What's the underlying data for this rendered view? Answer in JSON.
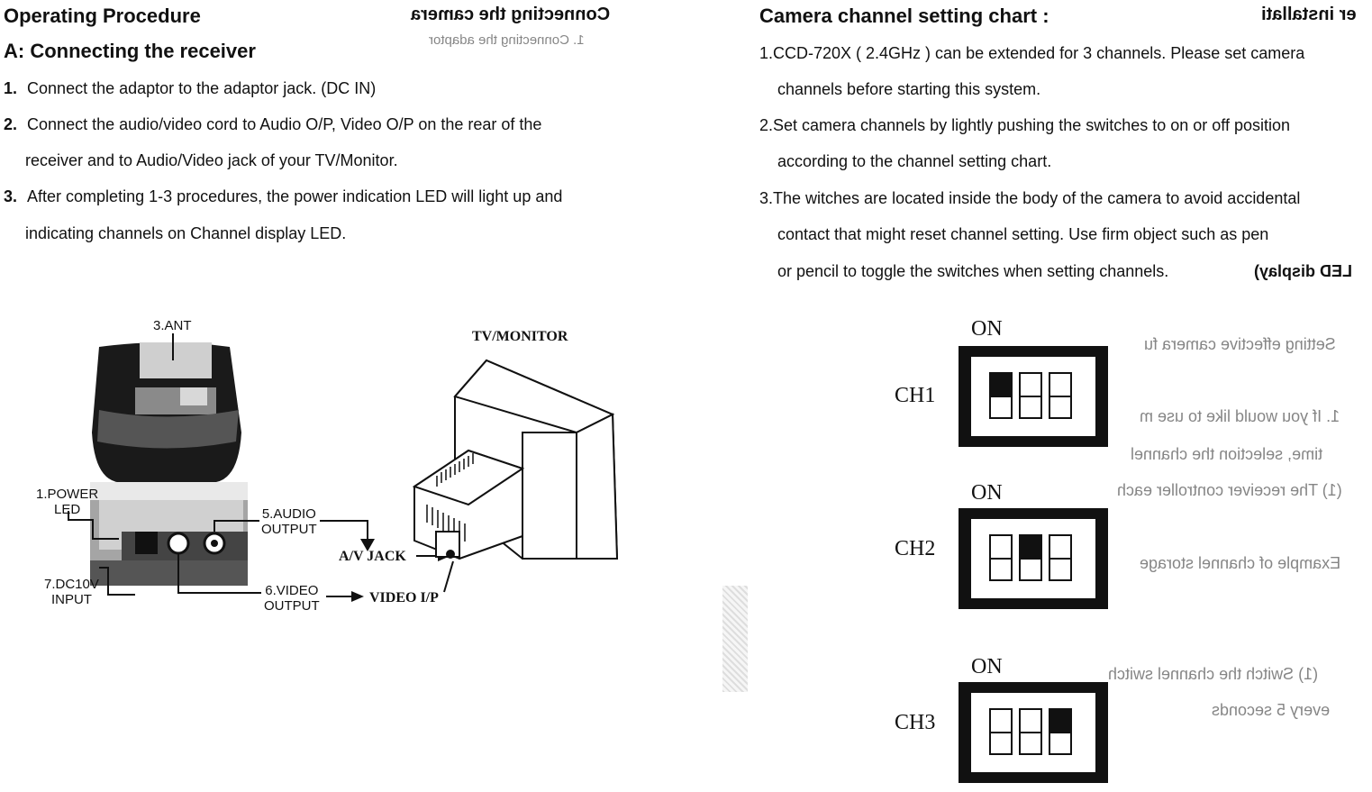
{
  "left": {
    "section_title": "Operating Procedure",
    "subtitle": "A: Connecting the receiver",
    "steps": [
      {
        "num": "1.",
        "lines": [
          "Connect the adaptor to the adaptor jack. (DC IN)"
        ]
      },
      {
        "num": "2.",
        "lines": [
          "Connect the audio/video cord to Audio O/P, Video O/P on the rear of the",
          "receiver and to Audio/Video jack of your TV/Monitor."
        ]
      },
      {
        "num": "3.",
        "lines": [
          "After completing 1-3 procedures, the power indication LED will light up and",
          "indicating channels on Channel display LED."
        ]
      }
    ],
    "ghost_heading": "Connecting the camera",
    "ghost_sub": "1. Connecting the adaptor"
  },
  "diagram": {
    "ant": "3.ANT",
    "tv_monitor": "TV/MONITOR",
    "power_led": [
      "1.POWER",
      "LED"
    ],
    "audio_output": [
      "5.AUDIO",
      "OUTPUT"
    ],
    "video_output": [
      "6.VIDEO",
      "OUTPUT"
    ],
    "dc_input": [
      "7.DC10V",
      "INPUT"
    ],
    "av_jack": "A/V JACK",
    "video_ip": "VIDEO I/P"
  },
  "right": {
    "title": "Camera channel setting chart :",
    "ghost_title": "er installati",
    "paragraphs": [
      [
        "1.CCD-720X ( 2.4GHz ) can be extended for 3 channels. Please set camera",
        "channels before starting this system."
      ],
      [
        "2.Set camera channels by lightly pushing the switches to on or off position",
        "according to the channel setting chart."
      ],
      [
        "3.The witches are located inside the body of the camera to avoid accidental",
        "contact that might reset channel setting. Use firm object such as pen",
        "or pencil to toggle the switches when setting channels."
      ]
    ],
    "ghost_led": "LED display)",
    "on_label": "ON",
    "channels": [
      {
        "label": "CH1",
        "switches": [
          "on",
          "off",
          "off"
        ]
      },
      {
        "label": "CH2",
        "switches": [
          "off",
          "on",
          "off"
        ]
      },
      {
        "label": "CH3",
        "switches": [
          "off",
          "off",
          "on"
        ]
      }
    ],
    "ghost_notes": [
      "Setting effective camera fu",
      "1. If you would like to use m",
      "time, selection the channel",
      "(1) The receiver controller each",
      "Example of channel storage",
      "(1) Switch the channel switch",
      "every 5 seconds"
    ]
  }
}
